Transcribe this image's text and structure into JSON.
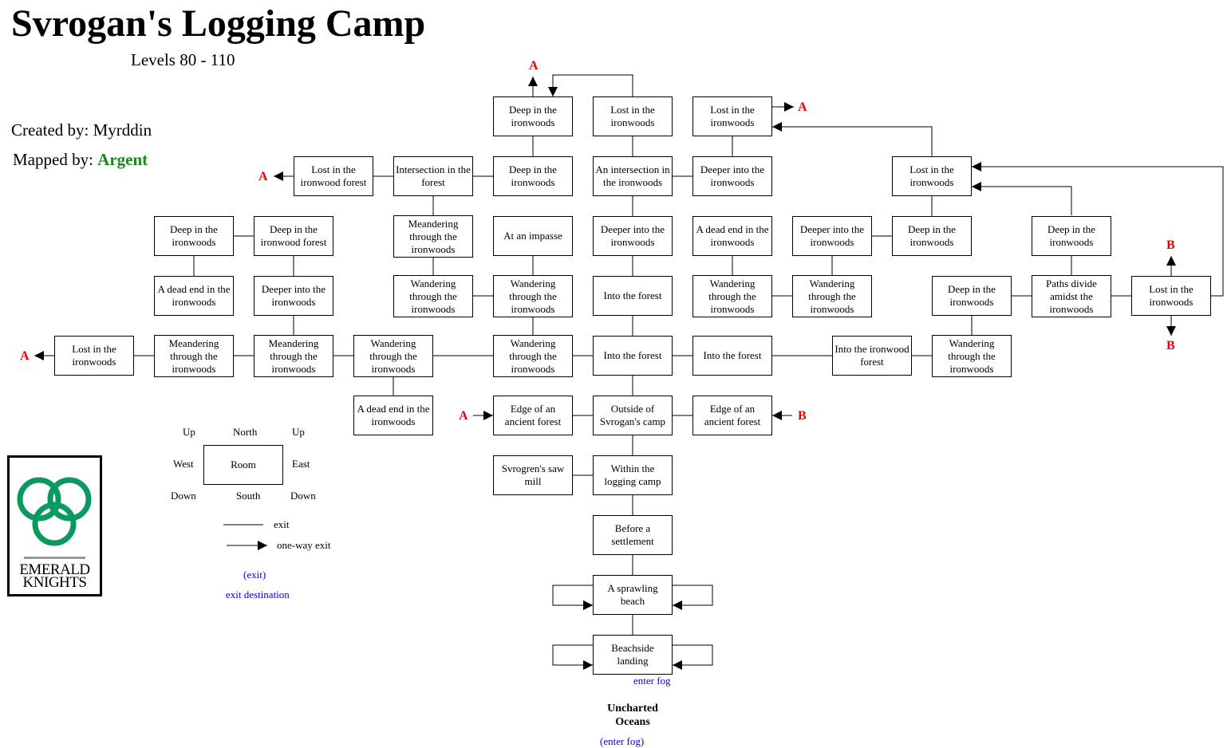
{
  "header": {
    "title": "Svrogan's Logging Camp",
    "levels": "Levels 80 - 110",
    "created_by_label": "Created by: Myrddin",
    "mapped_by_label": "Mapped by:",
    "mapped_by_name": "Argent"
  },
  "colors": {
    "marker": "#ee0000",
    "link": "#0000ff",
    "mapper": "#1a8a1a",
    "logo_green": "#0a9a60"
  },
  "rooms": [
    "Deep in the ironwoods",
    "Lost in the ironwoods",
    "Lost in the ironwoods",
    "Lost in the ironwood forest",
    "Intersection in the forest",
    "Deep in the ironwoods",
    "An intersection in the ironwoods",
    "Deeper into the ironwoods",
    "Lost in the ironwoods",
    "Deep in the ironwoods",
    "Deep in the ironwood forest",
    "Meandering through the ironwoods",
    "At an impasse",
    "Deeper into the ironwoods",
    "A dead end in the ironwoods",
    "Deeper into the ironwoods",
    "Deep in the ironwoods",
    "Deep in the ironwoods",
    "A dead end in the ironwoods",
    "Deeper into the ironwoods",
    "Wandering through the ironwoods",
    "Wandering through the ironwoods",
    "Into the forest",
    "Wandering through the ironwoods",
    "Wandering through the ironwoods",
    "Deep in the ironwoods",
    "Paths divide amidst the ironwoods",
    "Lost in the ironwoods",
    "Lost in the ironwoods",
    "Meandering through the ironwoods",
    "Meandering through the ironwoods",
    "Wandering through the ironwoods",
    "Wandering through the ironwoods",
    "Into the forest",
    "Into the forest",
    "Into the ironwood forest",
    "Wandering through the ironwoods",
    "A dead end in the ironwoods",
    "Edge of an ancient forest",
    "Outside of Svrogan's camp",
    "Edge of an ancient forest",
    "Svrogren's saw mill",
    "Within the logging camp",
    "Before a settlement",
    "A sprawling beach",
    "Beachside landing"
  ],
  "markers": {
    "a": "A",
    "b": "B"
  },
  "exits": {
    "beach_fog": "enter fog",
    "destination": "Uncharted Oceans",
    "destination_exit": "(enter fog)"
  },
  "legend": {
    "up": "Up",
    "north": "North",
    "down": "Down",
    "south": "South",
    "west": "West",
    "east": "East",
    "room": "Room",
    "exit": "exit",
    "one_way_exit": "one-way exit",
    "exit_example": "(exit)",
    "exit_destination": "exit destination"
  },
  "logo": {
    "line1": "EMERALD",
    "line2": "KNIGHTS"
  }
}
